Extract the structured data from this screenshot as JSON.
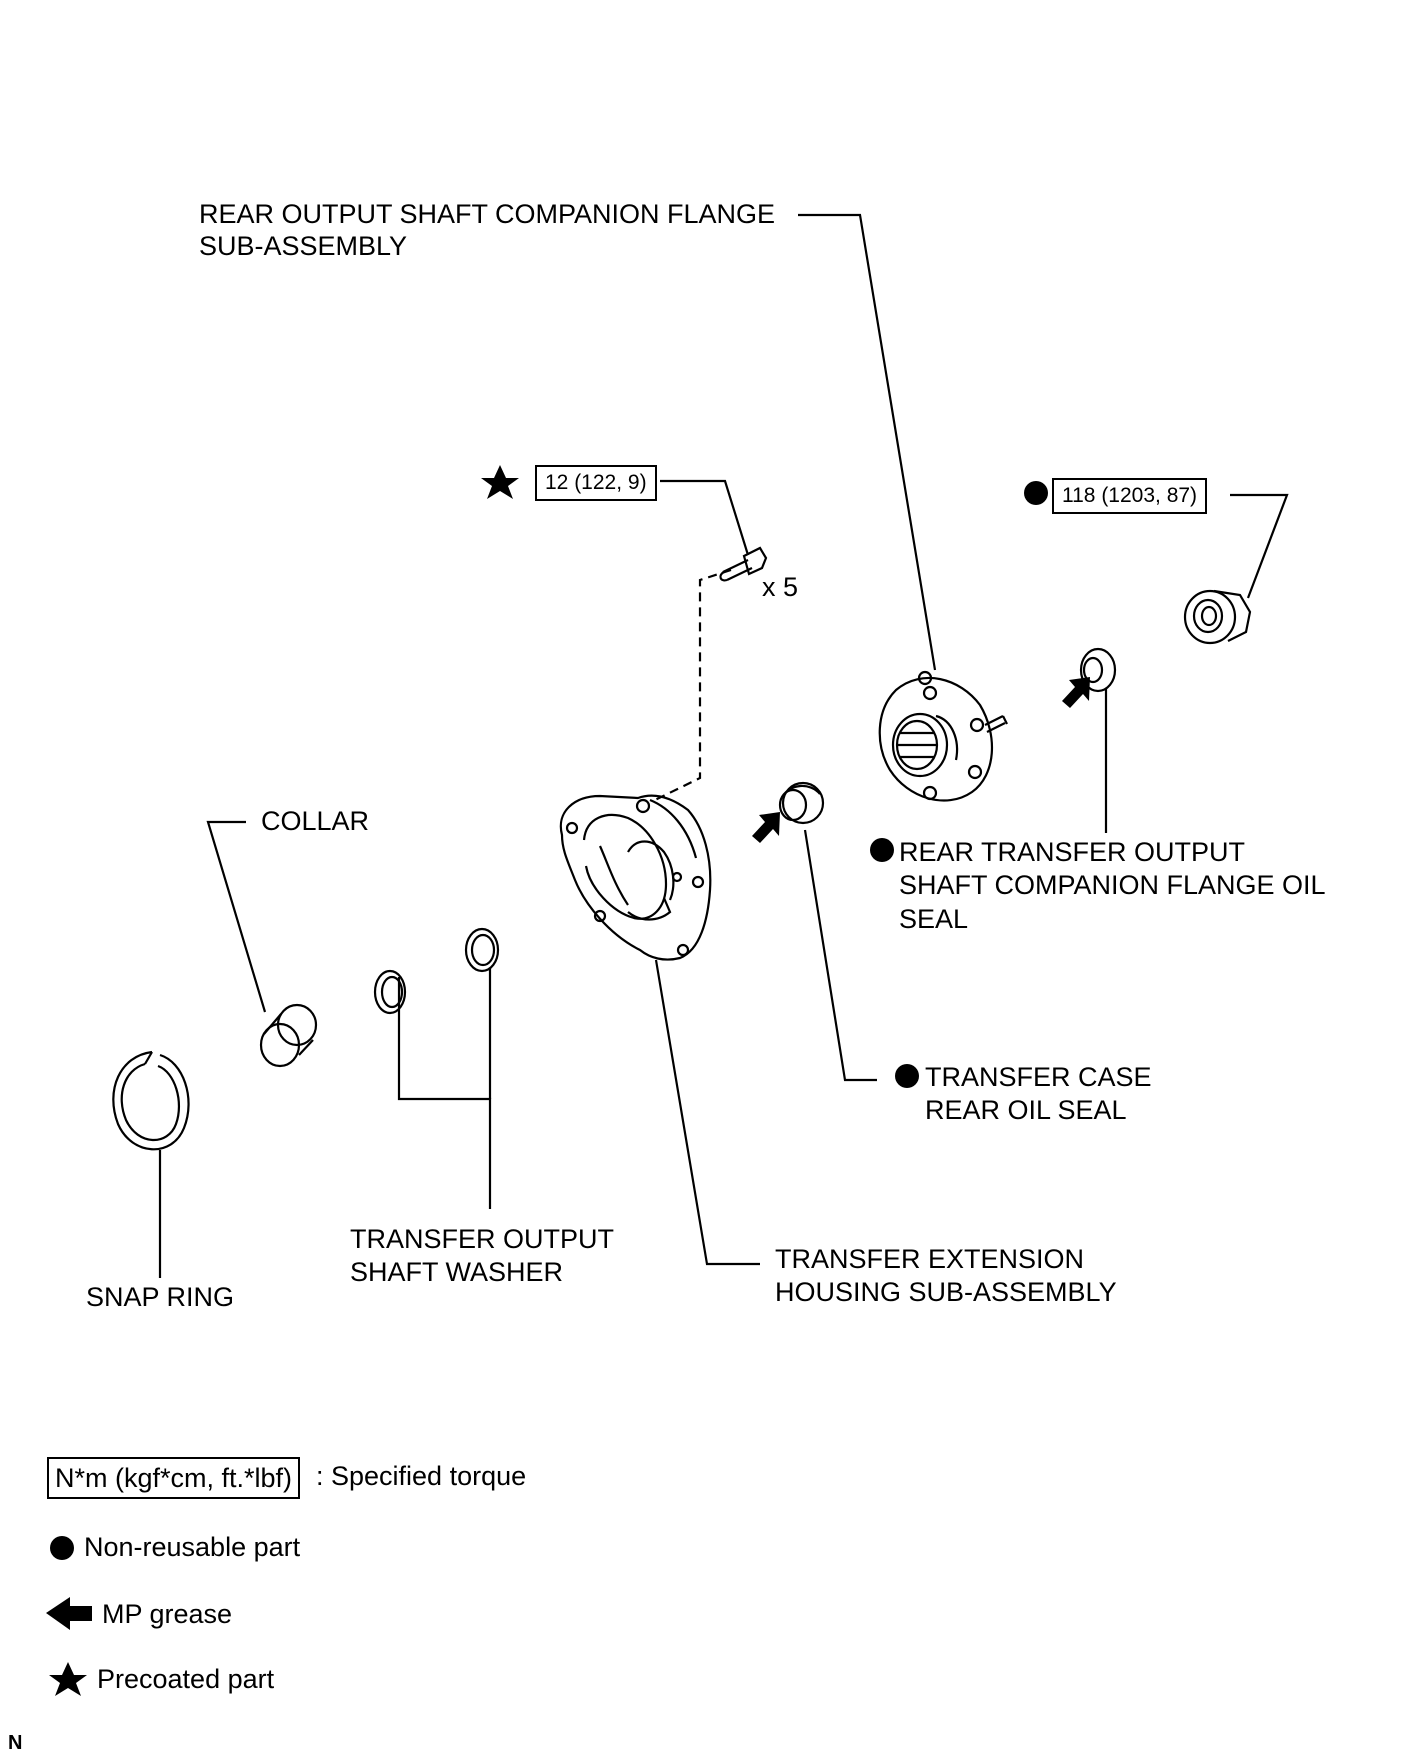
{
  "labels": {
    "flange_line1": "REAR OUTPUT SHAFT COMPANION FLANGE",
    "flange_line2": "SUB-ASSEMBLY",
    "collar": "COLLAR",
    "oil_seal_line1": "REAR TRANSFER OUTPUT",
    "oil_seal_line2": "SHAFT COMPANION FLANGE OIL",
    "oil_seal_line3": "SEAL",
    "case_seal_line1": "TRANSFER CASE",
    "case_seal_line2": "REAR OIL SEAL",
    "washer_line1": "TRANSFER OUTPUT",
    "washer_line2": "SHAFT WASHER",
    "snap_ring": "SNAP RING",
    "housing_line1": "TRANSFER EXTENSION",
    "housing_line2": "HOUSING SUB-ASSEMBLY",
    "bolt_count": "x 5"
  },
  "torque": {
    "bolt": "12 (122, 9)",
    "nut": "118 (1203, 87)"
  },
  "legend": {
    "torque_box": "N*m (kgf*cm, ft.*lbf)",
    "torque_desc": ": Specified torque",
    "non_reusable": "Non-reusable part",
    "mp_grease": "MP grease",
    "precoated": "Precoated part"
  },
  "corner_mark": "N"
}
